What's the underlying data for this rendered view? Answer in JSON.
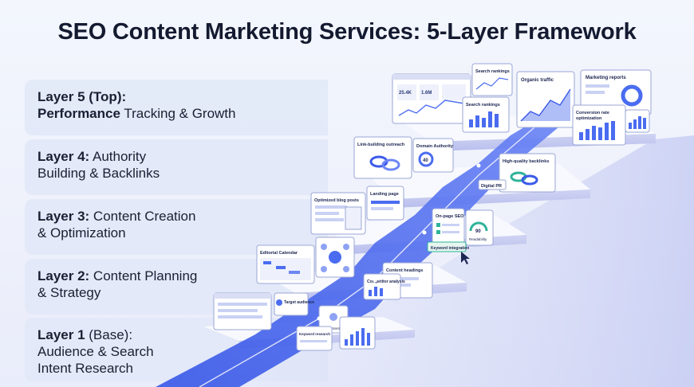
{
  "title": "SEO Content Marketing Services: 5-Layer Framework",
  "layers": [
    {
      "bold": "Layer 5 (Top):",
      "line2_bold": "Performance",
      "line2_rest": " Tracking & Growth",
      "line3": ""
    },
    {
      "bold": "Layer 4:",
      "line1_rest": " Authority",
      "line2_rest": "Building & Backlinks",
      "line3": ""
    },
    {
      "bold": "Layer 3:",
      "line1_rest": " Content Creation",
      "line2_rest": "& Optimization",
      "line3": ""
    },
    {
      "bold": "Layer 2:",
      "line1_rest": " Content Planning",
      "line2_rest": "& Strategy",
      "line3": ""
    },
    {
      "bold": "Layer 1",
      "line1_rest": " (Base):",
      "line2_rest": "Audience & Search",
      "line3": "Intent Research"
    }
  ],
  "panels": {
    "search_rankings": "Search rankings",
    "organic_traffic": "Organic traffic",
    "marketing_reports": "Marketing reports",
    "search_rankings_2": "Search rankings",
    "conversion_rate": "Conversion rate",
    "conversion_rate_2": "optimization",
    "link_outreach": "Link-building outreach",
    "domain_authority": "Domain Authority",
    "domain_authority_value": "40",
    "high_quality_backlinks": "High-quality backlinks",
    "digital_pr": "Digital PR",
    "optimized_blog_posts": "Optimized blog posts",
    "landing_page": "Landing page",
    "on_page_seo": "On-page SEO",
    "readability": "Readability",
    "readability_value": "90",
    "keyword_integration": "Keyword integration",
    "editorial_calendar": "Editorial Calendar",
    "content_headings": "Content headings",
    "competitor_analysis": "Competitor analysis",
    "target_audience": "Target audience",
    "user_intent": "User intent",
    "keyword_research": "Keyword research",
    "metric_1": "25.4K",
    "metric_2": "1.6M"
  },
  "colors": {
    "accent": "#4a6cf0",
    "accent_dark": "#2f4de0",
    "platform": "#f7f8fd",
    "platform_side": "#c9cdf0",
    "card_bg": "#e2e8f7"
  }
}
